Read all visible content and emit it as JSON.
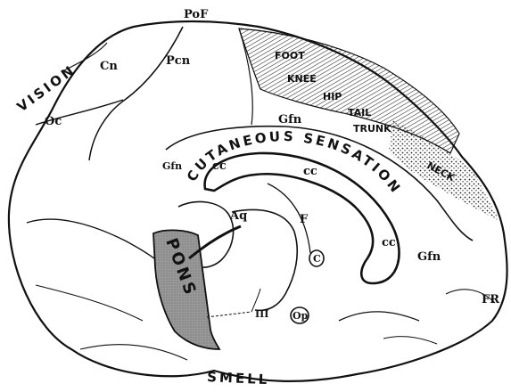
{
  "diagram": {
    "labels": {
      "pof": "PoF",
      "cn": "Cn",
      "pcn": "Pcn",
      "oc": "Oc",
      "vision": "VISION",
      "foot": "FOOT",
      "knee": "KNEE",
      "hip": "HIP",
      "tail": "TAIL",
      "trunk": "TRUNK",
      "neck": "NECK",
      "gfn_top": "Gfn",
      "gfn_left": "Gfn",
      "gfn_right": "Gfn",
      "cutaneous_sensation": "CUTANEOUS SENSATION",
      "cc_left": "cc",
      "cc_mid": "cc",
      "cc_right": "cc",
      "aq": "Aq",
      "f": "F",
      "c": "C",
      "pons": "PONS",
      "iii": "III",
      "op": "Op",
      "fr": "FR",
      "smell": "SMELL"
    }
  }
}
